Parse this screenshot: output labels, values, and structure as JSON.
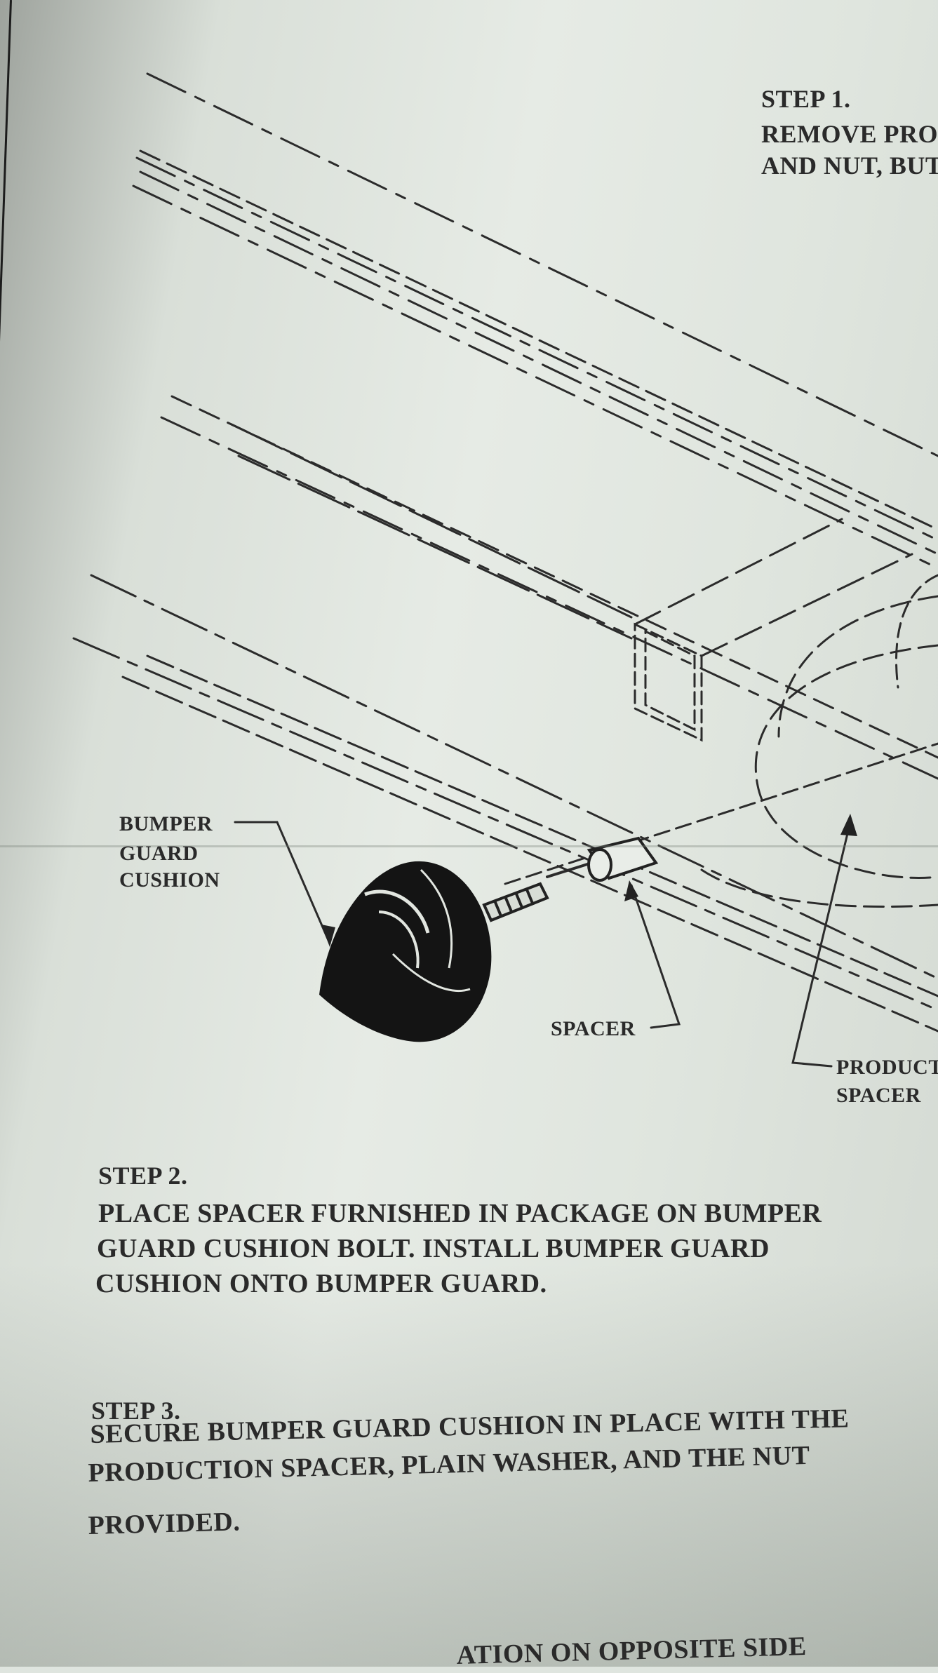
{
  "step1": {
    "heading": "STEP 1.",
    "lines": [
      "REMOVE PROD",
      "AND NUT, BUT"
    ]
  },
  "labels": {
    "bumper_guard_cushion": [
      "BUMPER",
      "GUARD",
      "CUSHION"
    ],
    "spacer": "SPACER",
    "production_spacer": [
      "PRODUCT",
      "SPACER"
    ]
  },
  "step2": {
    "heading": "STEP 2.",
    "lines": [
      "PLACE SPACER FURNISHED IN PACKAGE ON BUMPER",
      "GUARD CUSHION BOLT. INSTALL BUMPER GUARD",
      "CUSHION ONTO BUMPER GUARD."
    ]
  },
  "step3": {
    "heading": "STEP 3.",
    "lines": [
      "SECURE BUMPER GUARD CUSHION IN PLACE WITH THE",
      "PRODUCTION SPACER, PLAIN WASHER, AND THE NUT",
      "PROVIDED."
    ]
  },
  "step4": {
    "partial": "ATION ON OPPOSITE SIDE"
  }
}
